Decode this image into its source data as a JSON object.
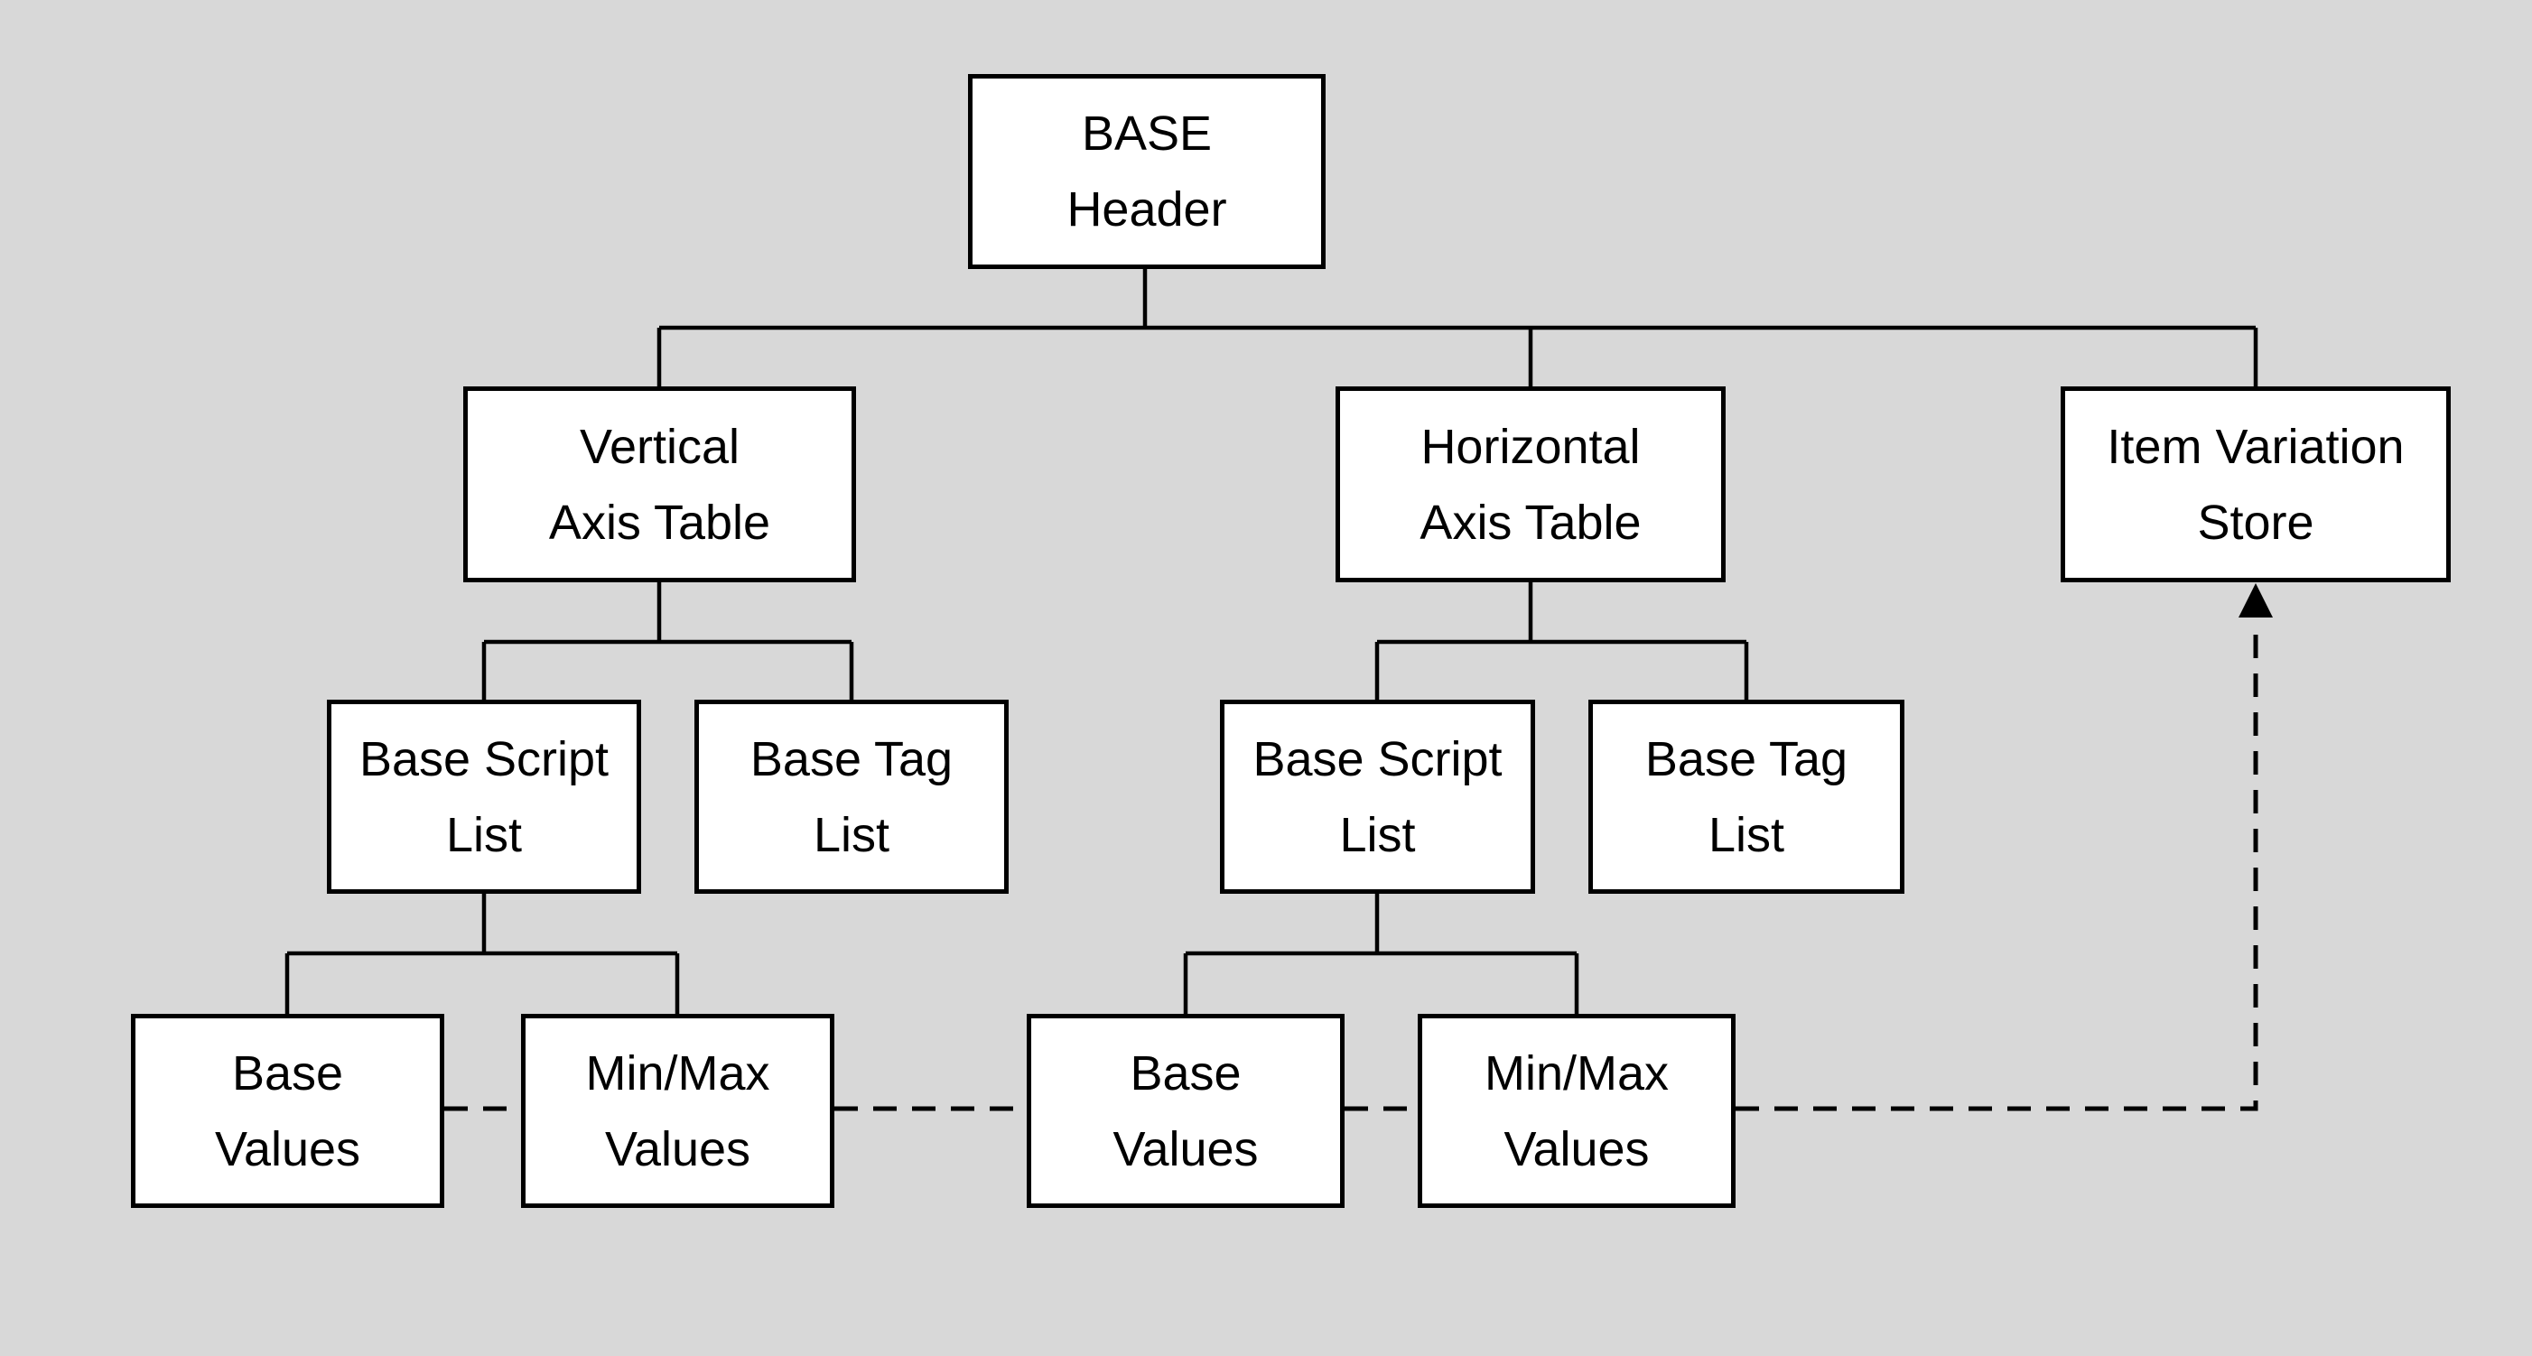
{
  "diagram": {
    "type": "tree-flowchart",
    "colors": {
      "background": "#d8d8d8",
      "node_fill": "#ffffff",
      "node_border": "#000000",
      "text": "#000000",
      "connector": "#000000"
    },
    "nodes": {
      "base_header": {
        "label": "BASE\nHeader"
      },
      "vertical_axis_table": {
        "label": "Vertical\nAxis Table"
      },
      "horizontal_axis_table": {
        "label": "Horizontal\nAxis Table"
      },
      "item_variation_store": {
        "label": "Item Variation\nStore"
      },
      "vertical_base_script_list": {
        "label": "Base Script\nList"
      },
      "vertical_base_tag_list": {
        "label": "Base Tag\nList"
      },
      "horizontal_base_script_list": {
        "label": "Base Script\nList"
      },
      "horizontal_base_tag_list": {
        "label": "Base Tag\nList"
      },
      "vertical_base_values": {
        "label": "Base\nValues"
      },
      "vertical_minmax_values": {
        "label": "Min/Max\nValues"
      },
      "horizontal_base_values": {
        "label": "Base\nValues"
      },
      "horizontal_minmax_values": {
        "label": "Min/Max\nValues"
      }
    },
    "edges": [
      {
        "from": "base_header",
        "to": "vertical_axis_table",
        "style": "solid"
      },
      {
        "from": "base_header",
        "to": "horizontal_axis_table",
        "style": "solid"
      },
      {
        "from": "base_header",
        "to": "item_variation_store",
        "style": "solid"
      },
      {
        "from": "vertical_axis_table",
        "to": "vertical_base_script_list",
        "style": "solid"
      },
      {
        "from": "vertical_axis_table",
        "to": "vertical_base_tag_list",
        "style": "solid"
      },
      {
        "from": "horizontal_axis_table",
        "to": "horizontal_base_script_list",
        "style": "solid"
      },
      {
        "from": "horizontal_axis_table",
        "to": "horizontal_base_tag_list",
        "style": "solid"
      },
      {
        "from": "vertical_base_script_list",
        "to": "vertical_base_values",
        "style": "solid"
      },
      {
        "from": "vertical_base_script_list",
        "to": "vertical_minmax_values",
        "style": "solid"
      },
      {
        "from": "horizontal_base_script_list",
        "to": "horizontal_base_values",
        "style": "solid"
      },
      {
        "from": "horizontal_base_script_list",
        "to": "horizontal_minmax_values",
        "style": "solid"
      },
      {
        "from": "vertical_base_values",
        "to": "vertical_minmax_values",
        "style": "dashed"
      },
      {
        "from": "vertical_minmax_values",
        "to": "horizontal_base_values",
        "style": "dashed"
      },
      {
        "from": "horizontal_base_values",
        "to": "horizontal_minmax_values",
        "style": "dashed"
      },
      {
        "from": "horizontal_minmax_values",
        "to": "item_variation_store",
        "style": "dashed-arrow"
      }
    ]
  }
}
